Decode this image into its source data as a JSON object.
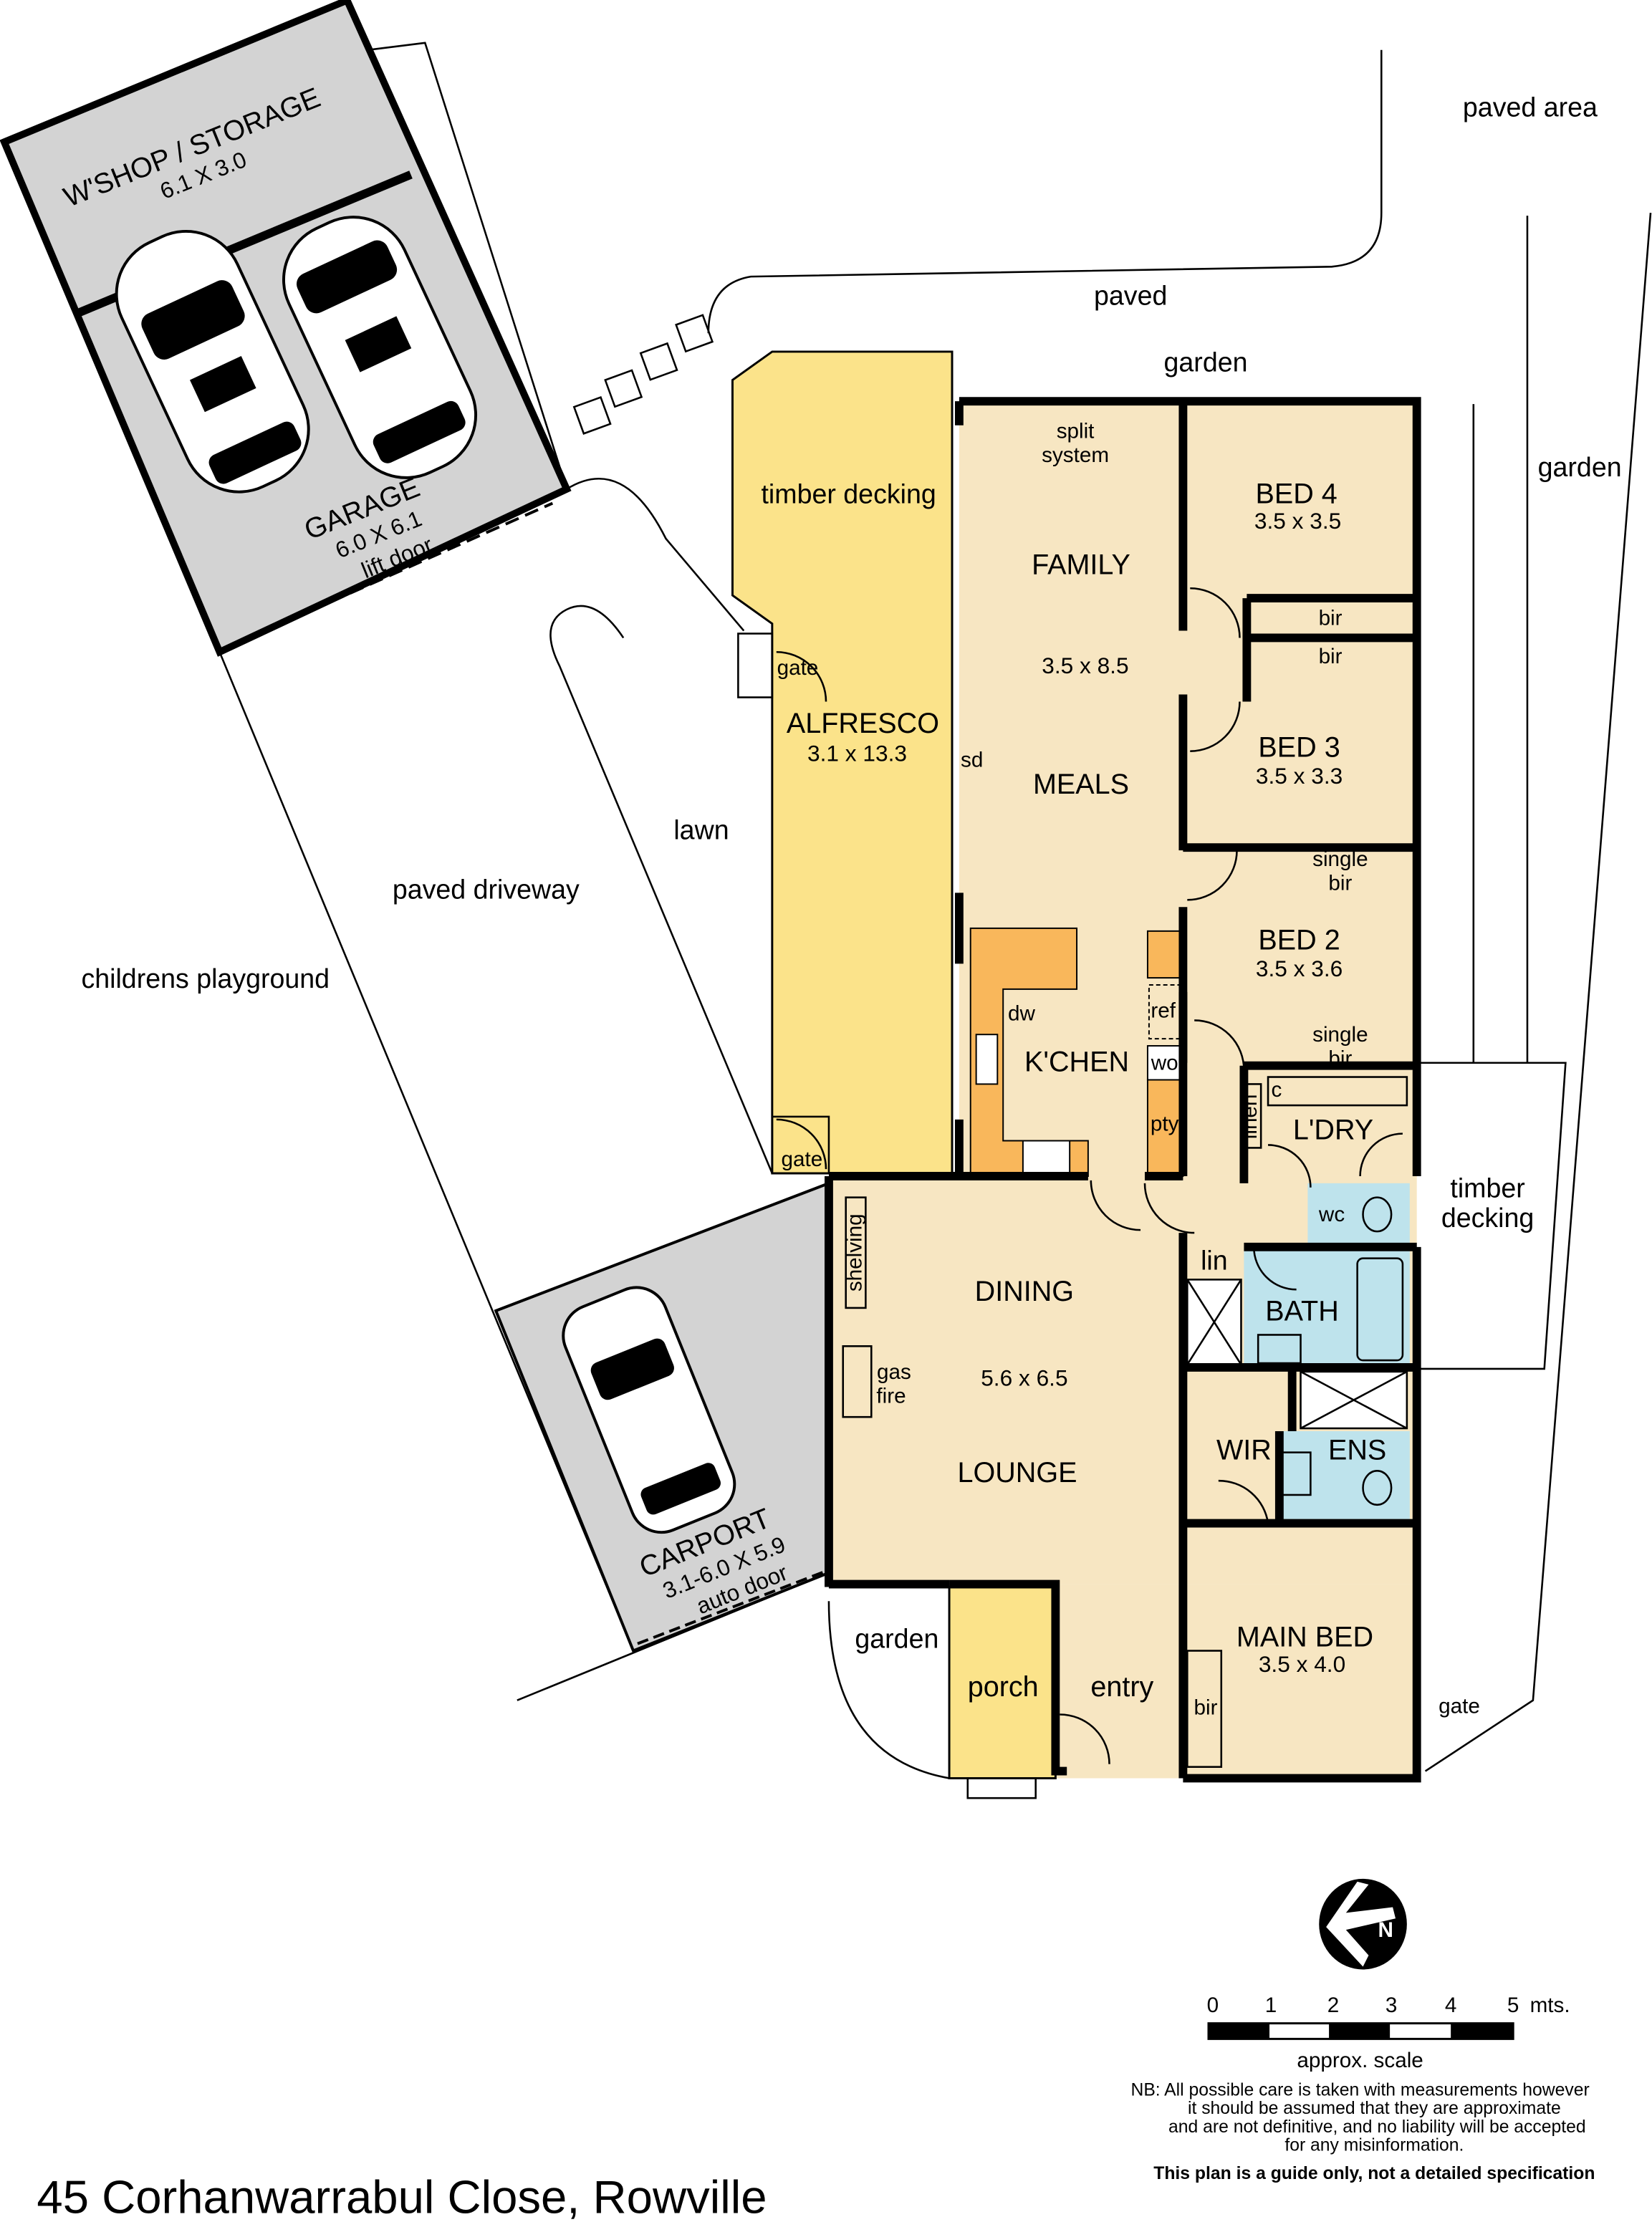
{
  "address": "45 Corhanwarrabul Close, Rowville",
  "colors": {
    "living": "#F7E6C2",
    "kitchen": "#F9B75B",
    "outdoor": "#FBE38A",
    "wet": "#BEE3EC",
    "garage": "#D3D3D3"
  },
  "outdoor_labels": {
    "paved_area": "paved area",
    "paved": "paved",
    "garden_top": "garden",
    "garden_right": "garden",
    "lawn": "lawn",
    "paved_driveway": "paved driveway",
    "childrens_playground": "childrens playground",
    "garden_front": "garden",
    "timber_decking_side_1": "timber",
    "timber_decking_side_2": "decking",
    "gate_side": "gate"
  },
  "rooms": {
    "workshop": {
      "name": "W'SHOP / STORAGE",
      "size": "6.1 X 3.0"
    },
    "garage": {
      "name": "GARAGE",
      "size": "6.0 X 6.1",
      "door": "lift door"
    },
    "carport": {
      "name": "CARPORT",
      "size": "3.1-6.0 X 5.9",
      "door": "auto door"
    },
    "alfresco": {
      "name": "ALFRESCO",
      "size": "3.1 x 13.3",
      "decking": "timber decking",
      "gate_top": "gate",
      "gate_bottom": "gate"
    },
    "family": {
      "name": "FAMILY",
      "size": "3.5 x 8.5",
      "meals": "MEALS",
      "split_1": "split",
      "split_2": "system",
      "sd": "sd"
    },
    "bed4": {
      "name": "BED 4",
      "size": "3.5 x 3.5",
      "bir": "bir"
    },
    "bed3": {
      "name": "BED 3",
      "size": "3.5 x 3.3",
      "bir": "bir"
    },
    "bed2": {
      "name": "BED 2",
      "size": "3.5 x 3.6",
      "bir_top_1": "single",
      "bir_top_2": "bir",
      "bir_bot_1": "single",
      "bir_bot_2": "bir"
    },
    "kitchen": {
      "name": "K'CHEN",
      "dw": "dw",
      "ref": "ref",
      "wo": "wo",
      "pty": "pty"
    },
    "laundry": {
      "name": "L'DRY",
      "c": "c",
      "linen": "linen"
    },
    "wc": {
      "name": "wc"
    },
    "bath": {
      "name": "BATH",
      "lin": "lin"
    },
    "dining": {
      "name": "DINING",
      "size": "5.6 x 6.5",
      "lounge": "LOUNGE",
      "shelving": "shelving",
      "gas": "gas",
      "fire": "fire"
    },
    "wir": {
      "name": "WIR"
    },
    "ens": {
      "name": "ENS"
    },
    "main_bed": {
      "name": "MAIN BED",
      "size": "3.5 x 4.0",
      "bir": "bir"
    },
    "porch": {
      "name": "porch"
    },
    "entry": {
      "name": "entry"
    }
  },
  "compass": {
    "letter": "N"
  },
  "scale": {
    "ticks": [
      "0",
      "1",
      "2",
      "3",
      "4",
      "5"
    ],
    "unit": "mts.",
    "label": "approx. scale"
  },
  "disclaimer": {
    "lines": [
      "NB: All possible care is taken with measurements however",
      "it should be assumed that they are approximate",
      "and are not definitive, and no liability will be accepted",
      "for any misinformation."
    ],
    "bold": "This plan is a guide only, not a detailed specification"
  }
}
